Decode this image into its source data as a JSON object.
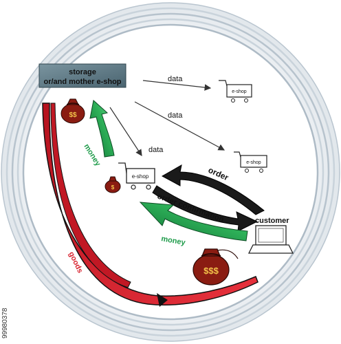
{
  "diagram": {
    "storage_label_line1": "storage",
    "storage_label_line2": "or/and mother e-shop",
    "data_label_1": "data",
    "data_label_2": "data",
    "data_label_3": "data",
    "cart_label_top": "e-shop",
    "cart_label_right": "e-shop",
    "cart_label_main": "e-shop",
    "order_label": "order",
    "order_confirmation_label": "order confirmation",
    "customer_label": "customer",
    "money_label_upper": "money",
    "money_label_lower": "money",
    "goods_label": "goods",
    "bag_large_text": "$$$",
    "bag_storage_text": "$$",
    "bag_small_text": "$"
  },
  "watermark_id": "99980378",
  "colors": {
    "storage_box": "#5f7a86",
    "money_arrow": "#1e9b4a",
    "goods_arrow": "#d81e2b",
    "bag": "#8a1c12",
    "order_arrow": "#1a1a1a",
    "frame_ring": "#c4cfd8"
  }
}
